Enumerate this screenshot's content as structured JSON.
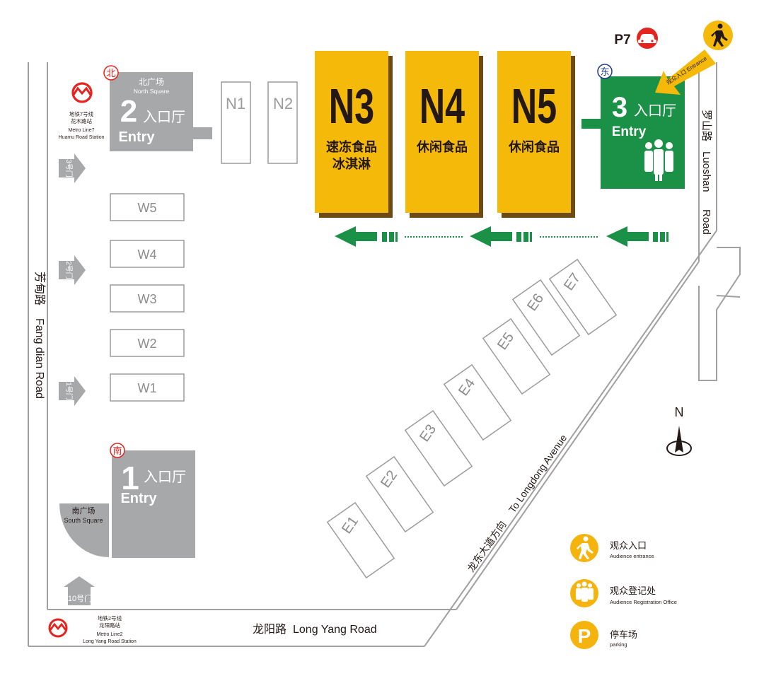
{
  "halls": {
    "n1": "N1",
    "n2": "N2",
    "n3": {
      "code": "N3",
      "line1": "速冻食品",
      "line2": "冰淇淋"
    },
    "n4": {
      "code": "N4",
      "line1": "休闲食品"
    },
    "n5": {
      "code": "N5",
      "line1": "休闲食品"
    },
    "w1": "W1",
    "w2": "W2",
    "w3": "W3",
    "w4": "W4",
    "w5": "W5",
    "e1": "E1",
    "e2": "E2",
    "e3": "E3",
    "e4": "E4",
    "e5": "E5",
    "e6": "E6",
    "e7": "E7"
  },
  "entries": {
    "north": {
      "badge": "北",
      "plaza_cn": "北广场",
      "plaza_en": "North Square",
      "number": "2",
      "hall_cn": "入口厅",
      "hall_en": "Entry"
    },
    "south": {
      "badge": "南",
      "number": "1",
      "hall_cn": "入口厅",
      "hall_en": "Entry",
      "plaza_cn": "南广场",
      "plaza_en": "South Square"
    },
    "east": {
      "badge": "东",
      "number": "3",
      "hall_cn": "入口厅",
      "hall_en": "Entry"
    }
  },
  "gates": {
    "g3": "3号门",
    "g2": "2号门",
    "g1": "1号门",
    "g10": "10号门"
  },
  "metro": {
    "line7": {
      "cn1": "地铁7号线",
      "cn2": "花木路站",
      "en1": "Metro Line7",
      "en2": "Huamu Road Station"
    },
    "line2": {
      "cn1": "地铁2号线",
      "cn2": "龙阳路站",
      "en1": "Metro Line2",
      "en2": "Long Yang Road Station"
    }
  },
  "roads": {
    "fangdian": {
      "cn": "芳甸路",
      "en": "Fang dian Road"
    },
    "luoshan": {
      "cn": "罗山路",
      "en1": "Luoshan",
      "en2": "Road"
    },
    "longyang": {
      "cn": "龙阳路",
      "en": "Long Yang Road"
    },
    "longdong": {
      "cn": "龙东大道方向",
      "en": "To Longdong Avenue"
    }
  },
  "parking_lot": {
    "label": "P7"
  },
  "audience_entrance_tag": "观众入口 Entrance",
  "compass": {
    "label": "N"
  },
  "legend": [
    {
      "icon": "pedestrian-icon",
      "cn": "观众入口",
      "en": "Audience entrance"
    },
    {
      "icon": "people-group-icon",
      "cn": "观众登记处",
      "en": "Audience Registration Office"
    },
    {
      "icon": "parking-icon",
      "cn": "停车场",
      "en": "parking",
      "glyph": "P"
    }
  ],
  "colors": {
    "hall_yellow": "#f5b90a",
    "hall_shadow": "#6e4b14",
    "east_entry_green": "#1a9146",
    "arrow_green": "#1a9146",
    "entry_gray": "#a7a8aa",
    "outline_gray": "#9c9c9c",
    "metro_red": "#e5231f",
    "legend_yellow": "#f5b40d",
    "parking_red": "#e5231f"
  }
}
